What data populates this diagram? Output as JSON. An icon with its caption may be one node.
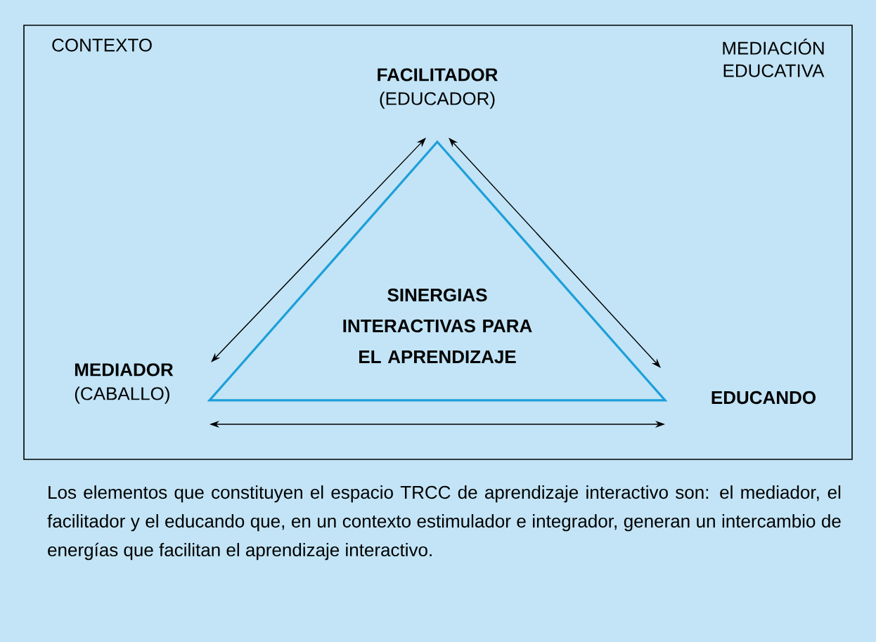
{
  "diagram": {
    "caption": "Los elementos que constituyen el espacio TRCC de aprendizaje interactivo son: el mediador, el facilitador y el educando que, en un contexto estimulador e integrador, generan un intercambio de energías que facilitan el aprendizaje interactivo.",
    "nodes": [
      {
        "text": [
          "FACILITADOR",
          "(EDUCADOR)"
        ]
      },
      {
        "text": [
          "MEDIADOR",
          "(CABALLO)"
        ]
      },
      {
        "text": [
          "EDUCANDO"
        ]
      },
      {
        "text": [
          "SINERGIAS INTERACTIVAS PARA EL APRENDIZAJE"
        ]
      }
    ],
    "edges": [
      {
        "from": 0,
        "to": 1,
        "arrow": "both"
      },
      {
        "from": 0,
        "to": 2,
        "arrow": "both"
      },
      {
        "from": 1,
        "to": 2,
        "arrow": "both"
      }
    ],
    "labels": [
      "CONTEXTO",
      "MEDIACIÓN EDUCATIVA"
    ]
  }
}
